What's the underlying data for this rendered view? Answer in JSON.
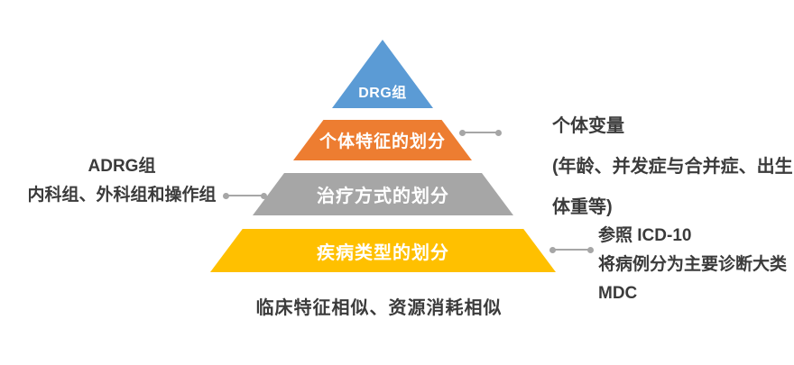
{
  "colors": {
    "level_drg": "#5B9BD5",
    "level_individual": "#ED7D31",
    "level_treatment": "#A6A6A6",
    "level_disease": "#FFC000",
    "connector": "#A6A6A6",
    "annotation_text": "#3B3B3B",
    "level_text": "#FFFFFF",
    "background": "#FFFFFF"
  },
  "pyramid": {
    "levels": [
      {
        "label": "DRG组",
        "color": "#5B9BD5"
      },
      {
        "label": "个体特征的划分",
        "color": "#ED7D31"
      },
      {
        "label": "治疗方式的划分",
        "color": "#A6A6A6"
      },
      {
        "label": "疾病类型的划分",
        "color": "#FFC000"
      }
    ],
    "caption": "临床特征相似、资源消耗相似"
  },
  "annotations": {
    "left": {
      "line1": "ADRG组",
      "line2": "内科组、外科组和操作组"
    },
    "right_top": {
      "line1": "个体变量",
      "line2": "(年龄、并发症与合并症、出生",
      "line3": "体重等)"
    },
    "right_bottom": {
      "line1": "参照 ICD-10",
      "line2": "将病例分为主要诊断大类",
      "line3": "MDC"
    }
  }
}
